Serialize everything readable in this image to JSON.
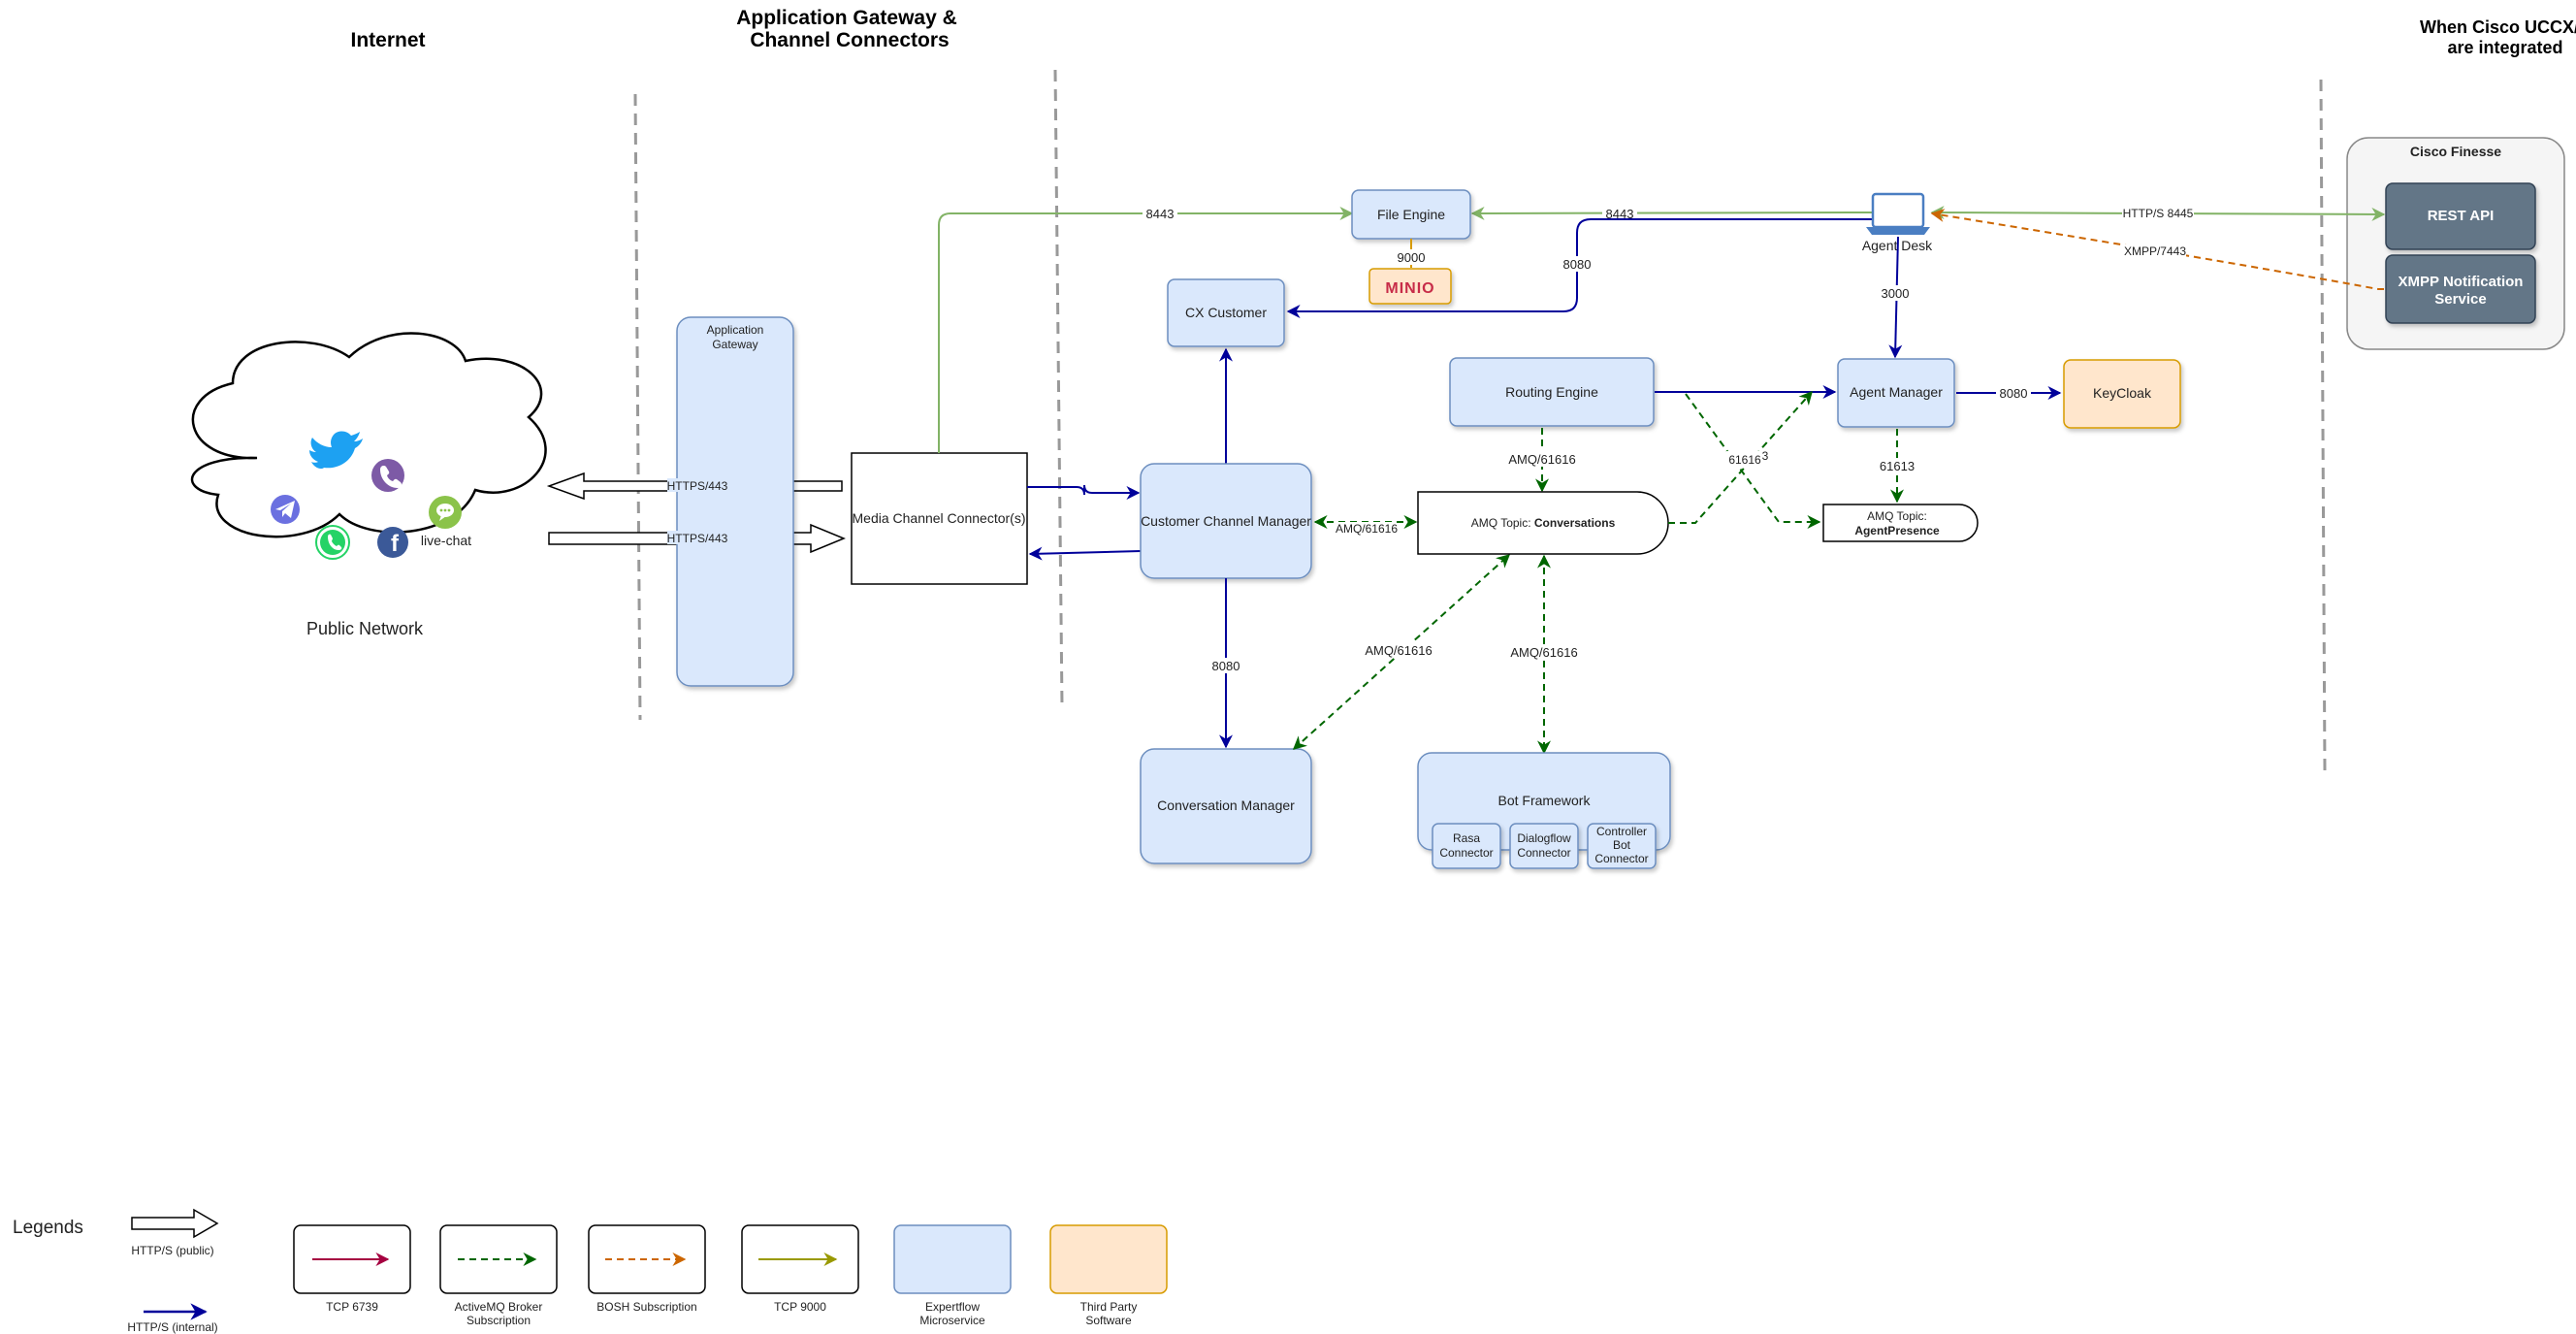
{
  "headers": {
    "internet": "Internet",
    "gateway_line1": "Application Gateway &",
    "gateway_line2": "Channel Connectors",
    "cisco_line1": "When Cisco UCCX/E",
    "cisco_line2": "are integrated"
  },
  "public_network": {
    "label": "Public Network",
    "livechat": "live-chat"
  },
  "nodes": {
    "app_gateway_line1": "Application",
    "app_gateway_line2": "Gateway",
    "media_channel": "Media Channel Connector(s)",
    "file_engine": "File Engine",
    "minio": "MINIO",
    "cx_customer": "CX Customer",
    "ccm": "Customer Channel Manager",
    "conversation_manager": "Conversation Manager",
    "routing_engine": "Routing Engine",
    "amq_conversations_prefix": "AMQ Topic: ",
    "amq_conversations_bold": "Conversations",
    "agent_manager": "Agent Manager",
    "keycloak": "KeyCloak",
    "agent_desk": "Agent Desk",
    "amq_presence_line1": "AMQ Topic:",
    "amq_presence_line2": "AgentPresence",
    "bot_framework": "Bot Framework",
    "rasa_line1": "Rasa",
    "rasa_line2": "Connector",
    "dialogflow_line1": "Dialogflow",
    "dialogflow_line2": "Connector",
    "controller_line1": "Controller",
    "controller_line2": "Bot",
    "controller_line3": "Connector",
    "cisco_finesse": "Cisco Finesse",
    "rest_api": "REST API",
    "xmpp_line1": "XMPP Notification",
    "xmpp_line2": "Service"
  },
  "edge_labels": {
    "https_443_out": "HTTPS/443",
    "https_443_in": "HTTPS/443",
    "mcc_file_8443": "8443",
    "agent_file_8443": "8443",
    "file_minio_9000": "9000",
    "agent_cx_8080": "8080",
    "agent_am_3000": "3000",
    "ccm_amq": "AMQ/61616",
    "routing_amq": "AMQ/61616",
    "cm_amq": "AMQ/61616",
    "bot_amq": "AMQ/61616",
    "ccm_cm_8080": "8080",
    "cross_61616": "61616",
    "cross_61613_suffix": "3",
    "am_presence_61613": "61613",
    "am_keycloak_8080": "8080",
    "https_8445": "HTTP/S 8445",
    "xmpp_7443": "XMPP/7443"
  },
  "legend": {
    "title": "Legends",
    "http_public": "HTTP/S (public)",
    "http_internal": "HTTP/S (internal)",
    "tcp6739": "TCP 6739",
    "activemq_line1": "ActiveMQ Broker",
    "activemq_line2": "Subscription",
    "bosh": "BOSH Subscription",
    "tcp9000": "TCP 9000",
    "expertflow_line1": "Expertflow",
    "expertflow_line2": "Microservice",
    "third_line1": "Third Party",
    "third_line2": "Software"
  },
  "colors": {
    "service_fill": "#dae8fc",
    "service_stroke": "#6c8ebf",
    "third_party_fill": "#ffe6cc",
    "third_party_stroke": "#d79b00",
    "internal": "#00009a",
    "green_link": "#82b366",
    "amq": "#006600",
    "bosh": "#cc6600",
    "tcp6739": "#a50040",
    "tcp9000": "#999900",
    "finesse_btn": "#647687"
  },
  "icons": [
    "twitter-icon",
    "viber-icon",
    "telegram-icon",
    "whatsapp-icon",
    "facebook-icon",
    "livechat-icon",
    "laptop-icon"
  ]
}
